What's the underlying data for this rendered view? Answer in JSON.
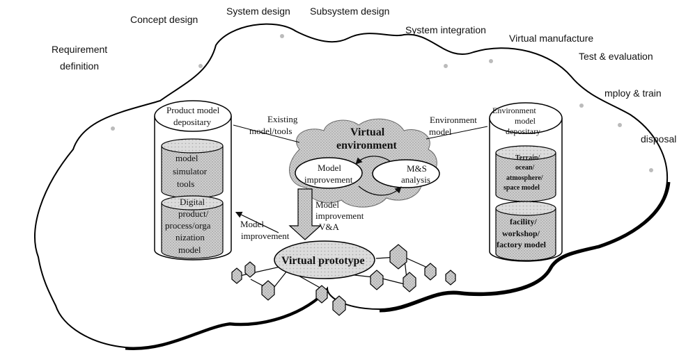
{
  "phases": {
    "requirement_line1": "Requirement",
    "requirement_line2": "definition",
    "concept": "Concept design",
    "system": "System design",
    "subsystem": "Subsystem design",
    "integration": "System integration",
    "manufacture": "Virtual manufacture",
    "test": "Test & evaluation",
    "employ": "mploy & train",
    "disposal": "disposal"
  },
  "product_depositary": {
    "title_line1": "Product model",
    "title_line2": "depositary",
    "db1": [
      "model",
      "simulator",
      "tools"
    ],
    "db2": [
      "Digital",
      "product/",
      "process/orga",
      "nization",
      "model"
    ]
  },
  "environment_depositary": {
    "title": [
      "Environment",
      "model",
      "depositary"
    ],
    "db1": [
      "Terrain/",
      "ocean/",
      "atmosphere/",
      "space model"
    ],
    "db2": [
      "facility/",
      "workshop/",
      "factory model"
    ]
  },
  "virtual_environment": {
    "title_line1": "Virtual",
    "title_line2": "environment",
    "model_improvement_line1": "Model",
    "model_improvement_line2": "improvement",
    "ms_line1": "M&S",
    "ms_line2": "analysis"
  },
  "flows": {
    "existing_line1": "Existing",
    "existing_line2": "model/tools",
    "env_model_line1": "Environment",
    "env_model_line2": "model",
    "vv_line1": "Model",
    "vv_line2": "improvement",
    "vv_line3": "V&A",
    "left_line1": "Model",
    "left_line2": "improvement"
  },
  "virtual_prototype": "Virtual prototype"
}
